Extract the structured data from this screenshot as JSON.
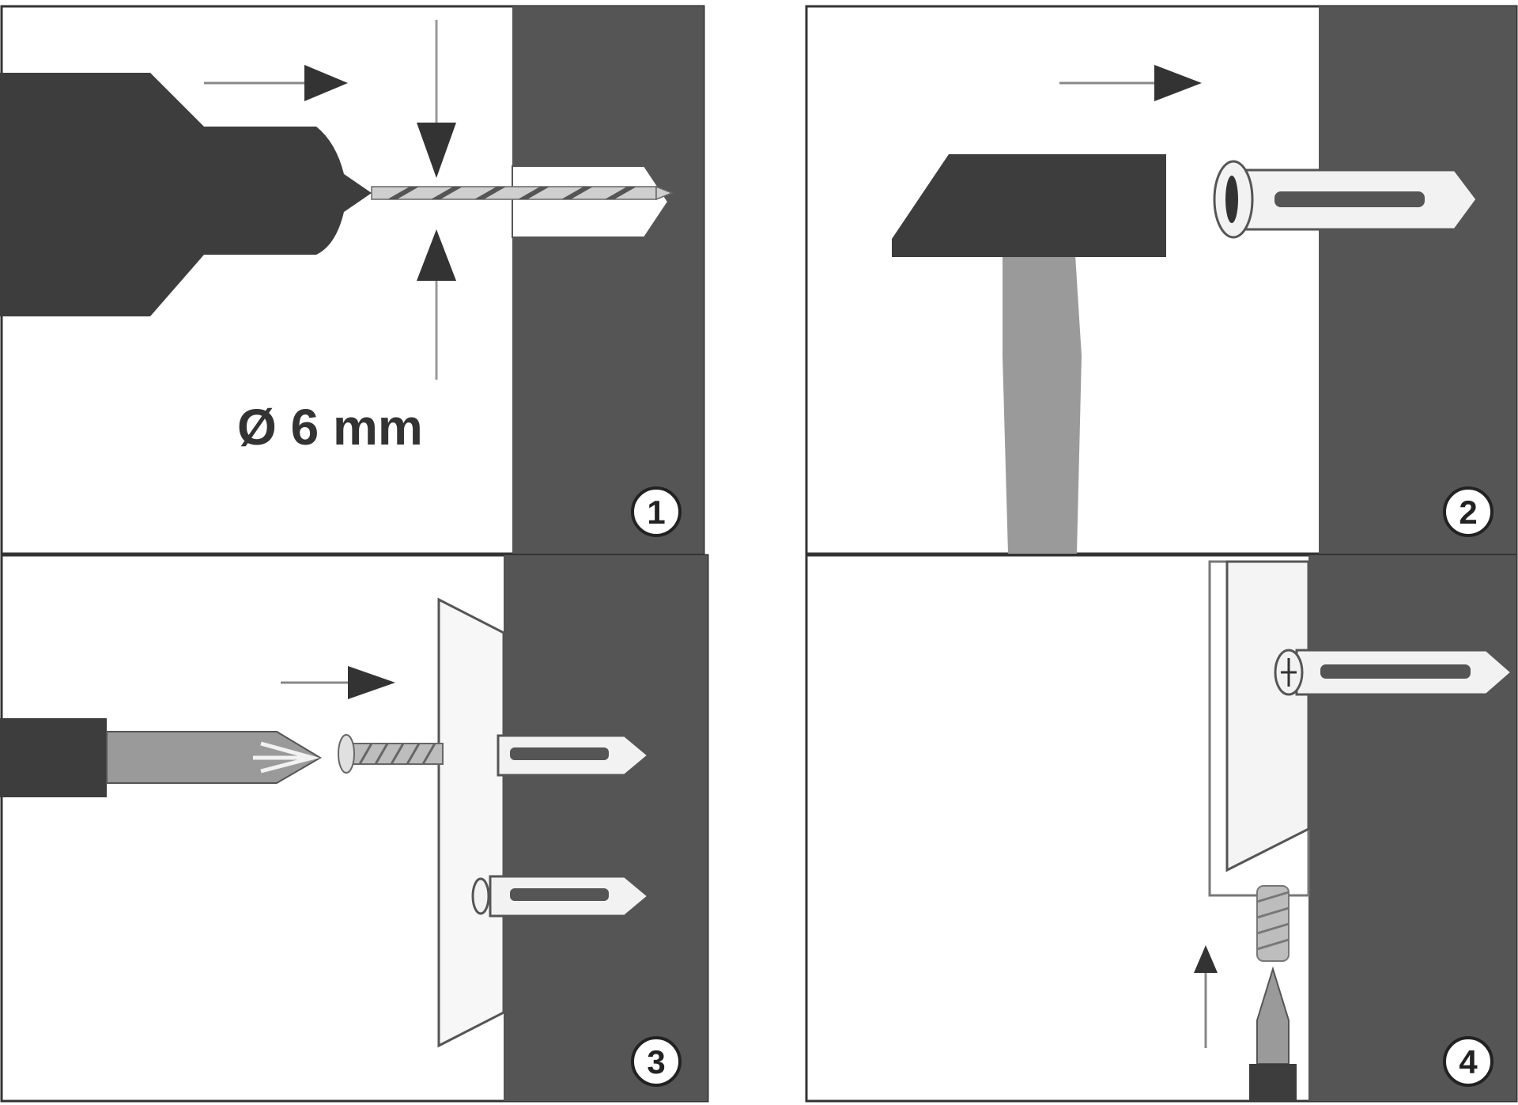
{
  "steps": [
    {
      "number": "1",
      "label": "Ø 6 mm"
    },
    {
      "number": "2"
    },
    {
      "number": "3"
    },
    {
      "number": "4"
    }
  ],
  "colors": {
    "wall": "#555555",
    "tool_dark": "#3d3d3d",
    "tool_mid": "#9a9a9a",
    "plug": "#f2f2f2",
    "arrow": "#333333",
    "frame": "#333333"
  }
}
